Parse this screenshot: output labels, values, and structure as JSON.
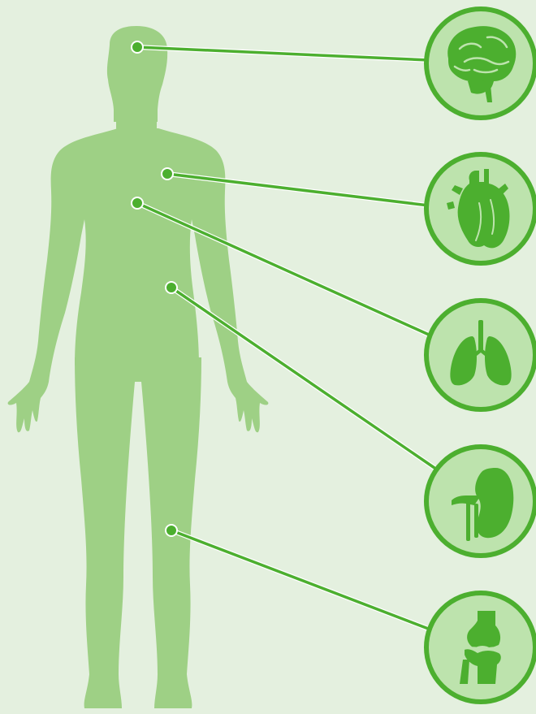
{
  "colors": {
    "background": "#e4f0df",
    "body_silhouette": "#9ed085",
    "accent_green": "#4caf2f",
    "circle_fill": "#bde3ad",
    "organ_fill": "#4caf2f",
    "line_highlight": "#ffffff"
  },
  "body": {
    "icon": "human-body-silhouette"
  },
  "callouts": [
    {
      "organ": "brain",
      "icon": "brain-icon",
      "target": "head"
    },
    {
      "organ": "heart",
      "icon": "heart-icon",
      "target": "upper-chest"
    },
    {
      "organ": "lungs",
      "icon": "lungs-icon",
      "target": "chest"
    },
    {
      "organ": "kidney",
      "icon": "kidney-icon",
      "target": "lower-back"
    },
    {
      "organ": "knee-joint",
      "icon": "knee-joint-icon",
      "target": "knee"
    }
  ]
}
